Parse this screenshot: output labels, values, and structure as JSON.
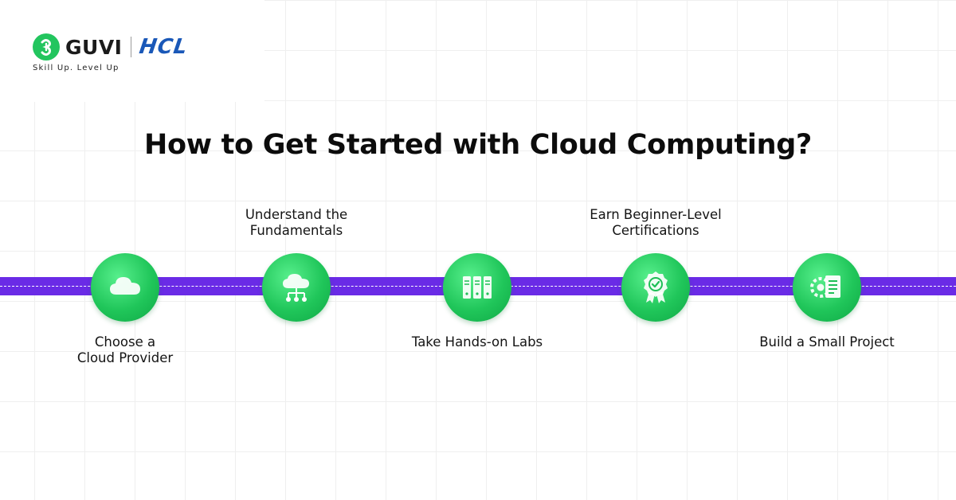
{
  "brand": {
    "guvi_name": "GUVI",
    "partner_name": "HCL",
    "tagline": "Skill Up. Level Up"
  },
  "title": "How to Get Started with Cloud Computing?",
  "colors": {
    "timeline": "#6a2be6",
    "node": "#20c65a",
    "partner_blue": "#1a58b8"
  },
  "steps": [
    {
      "lines": [
        "Choose a",
        "Cloud Provider"
      ],
      "position": "below",
      "icon": "cloud-icon"
    },
    {
      "lines": [
        "Understand the",
        "Fundamentals"
      ],
      "position": "above",
      "icon": "cloud-network-icon"
    },
    {
      "lines": [
        "Take Hands-on Labs"
      ],
      "position": "below",
      "icon": "server-rack-icon"
    },
    {
      "lines": [
        "Earn Beginner-Level",
        "Certifications"
      ],
      "position": "above",
      "icon": "certificate-badge-icon"
    },
    {
      "lines": [
        "Build a Small Project"
      ],
      "position": "below",
      "icon": "project-gear-document-icon"
    }
  ]
}
